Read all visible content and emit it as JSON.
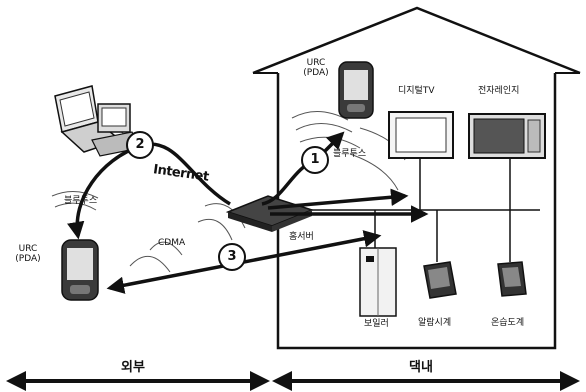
{
  "labels": {
    "urc_pda_home": [
      "URC",
      "(PDA)"
    ],
    "urc_pda_outside": [
      "URC",
      "(PDA)"
    ],
    "digital_tv": "디지털TV",
    "microwave": "전자레인지",
    "bluetooth_home": "블루투스",
    "bluetooth_outside": "블루투스",
    "internet": "Internet",
    "cdma": "CDMA",
    "home_server": "홈서버",
    "boiler": "보일러",
    "alarm_clock": "알람시계",
    "thermometer": "온습도계",
    "outside": "외부",
    "inside": "댁내"
  },
  "steps": [
    "1",
    "2",
    "3"
  ]
}
